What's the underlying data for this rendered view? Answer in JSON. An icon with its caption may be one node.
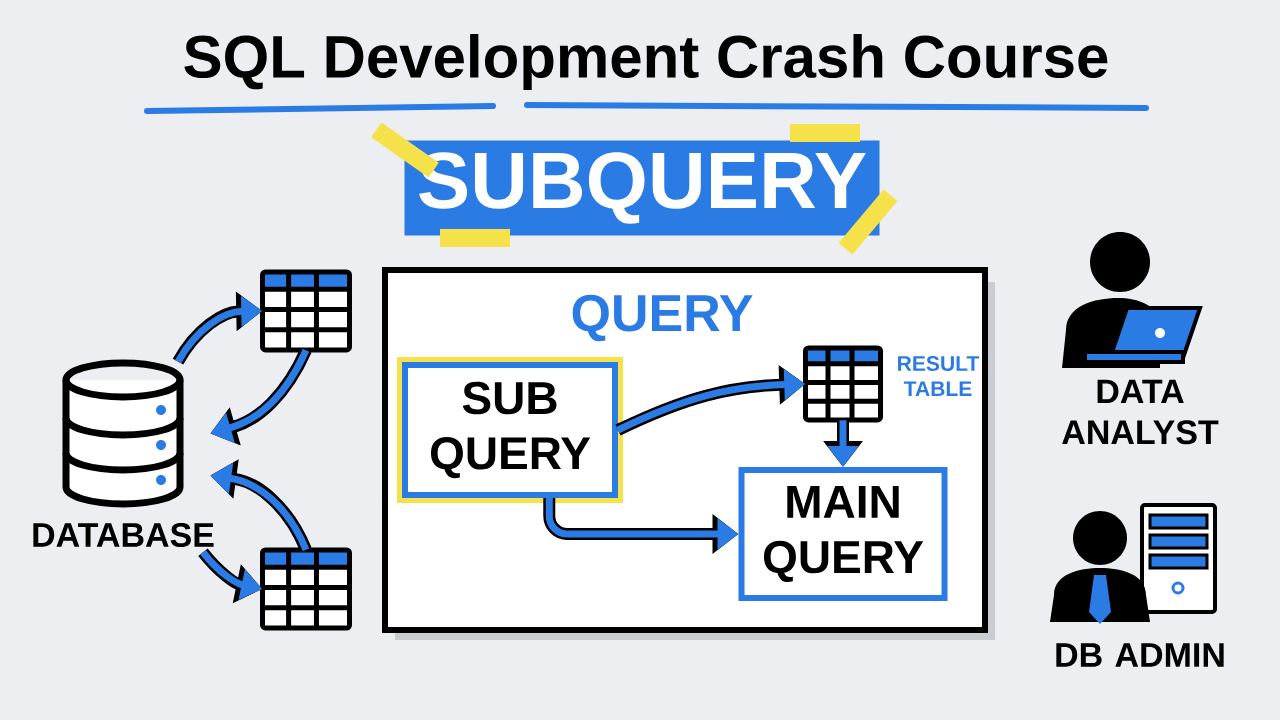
{
  "diagram": {
    "title": "SQL Development Crash Course",
    "nodes": [
      {
        "text": [
          "SUBQUERY"
        ]
      },
      {
        "text": [
          "DATABASE"
        ]
      },
      {
        "text": [],
        "shape": "table"
      },
      {
        "text": [],
        "shape": "table"
      },
      {
        "text": [
          "QUERY"
        ]
      },
      {
        "text": [
          "SUB QUERY"
        ],
        "in": 4
      },
      {
        "text": [],
        "shape": "table",
        "beside": [
          "RESULT TABLE"
        ],
        "in": 4
      },
      {
        "text": [
          "MAIN QUERY"
        ],
        "in": 4
      }
    ],
    "edges": [
      {
        "from": 1,
        "to": 2,
        "arrow": "to"
      },
      {
        "from": 2,
        "to": 1,
        "arrow": "to"
      },
      {
        "from": 3,
        "to": 1,
        "arrow": "to"
      },
      {
        "from": 1,
        "to": 3,
        "arrow": "to"
      },
      {
        "from": 5,
        "to": 6,
        "arrow": "to"
      },
      {
        "from": 5,
        "to": 7,
        "arrow": "to"
      },
      {
        "from": 6,
        "to": 7,
        "arrow": "to"
      }
    ],
    "labels": [
      "DATA ANALYST",
      "DB ADMIN"
    ]
  }
}
